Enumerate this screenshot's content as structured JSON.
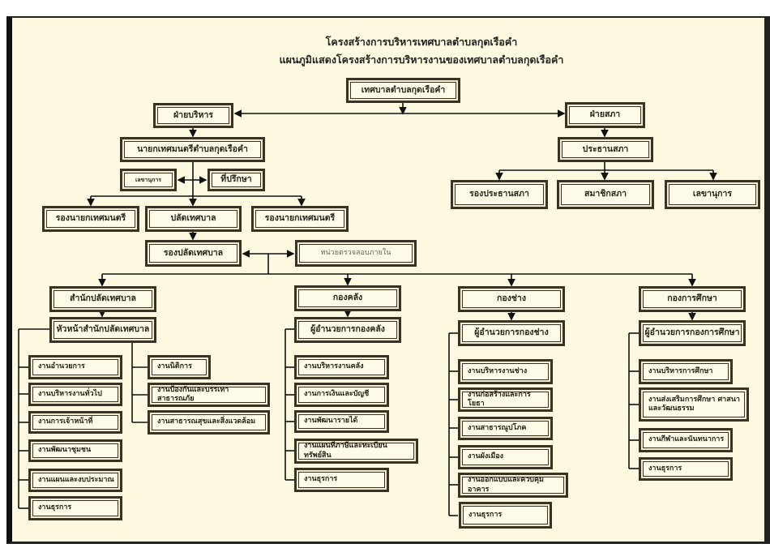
{
  "title": {
    "line1": "โครงสร้างการบริหารเทศบาลตำบลกุดเรือคำ",
    "line2": "แผนภูมิแสดงโครงสร้างการบริหารงานของเทศบาลตำบลกุดเรือคำ"
  },
  "root": "เทศบาลตำบลกุดเรือคำ",
  "executive": {
    "label": "ฝ่ายบริหาร",
    "mayor": "นายกเทศมนตรีตำบลกุดเรือคำ",
    "secretary": "เลขานุการ",
    "advisor": "ที่ปรึกษา",
    "deputy_mayor_left": "รองนายกเทศมนตรี",
    "municipal_clerk": "ปลัดเทศบาล",
    "deputy_mayor_right": "รองนายกเทศมนตรี",
    "deputy_clerk": "รองปลัดเทศบาล",
    "internal_audit": "หน่วยตรวจสอบภายใน"
  },
  "council": {
    "label": "ฝ่ายสภา",
    "chair": "ประธานสภา",
    "vice_chair": "รองประธานสภา",
    "members": "สมาชิกสภา",
    "secretary": "เลขานุการ"
  },
  "divisions": [
    {
      "name": "สำนักปลัดเทศบาล",
      "head": "หัวหน้าสำนักปลัดเทศบาล",
      "units": [
        "งานอำนวยการ",
        "งานบริหารงานทั่วไป",
        "งานการเจ้าหน้าที่",
        "งานพัฒนาชุมชน",
        "งานแผนและงบประมาณ",
        "งานธุรการ"
      ],
      "units_right": [
        "งานนิติการ",
        "งานป้องกันและบรรเทาสาธารณภัย",
        "งานสาธารณสุขและสิ่งแวดล้อม"
      ]
    },
    {
      "name": "กองคลัง",
      "head": "ผู้อำนวยการกองคลัง",
      "units": [
        "งานบริหารงานคลัง",
        "งานการเงินและบัญชี",
        "งานพัฒนารายได้",
        "งานแผนที่ภาษีและทะเบียนทรัพย์สิน",
        "งานธุรการ"
      ]
    },
    {
      "name": "กองช่าง",
      "head": "ผู้อำนวยการกองช่าง",
      "units": [
        "งานบริหารงานช่าง",
        "งานก่อสร้างและการโยธา",
        "งานสาธารณูปโภค",
        "งานผังเมือง",
        "งานออกแบบและควบคุมอาคาร",
        "งานธุรการ"
      ]
    },
    {
      "name": "กองการศึกษา",
      "head": "ผู้อำนวยการกองการศึกษา",
      "units": [
        "งานบริหารการศึกษา",
        "งานส่งเสริมการศึกษา ศาสนา และวัฒนธรรม",
        "งานกีฬาและนันทนาการ",
        "งานธุรการ"
      ]
    }
  ]
}
